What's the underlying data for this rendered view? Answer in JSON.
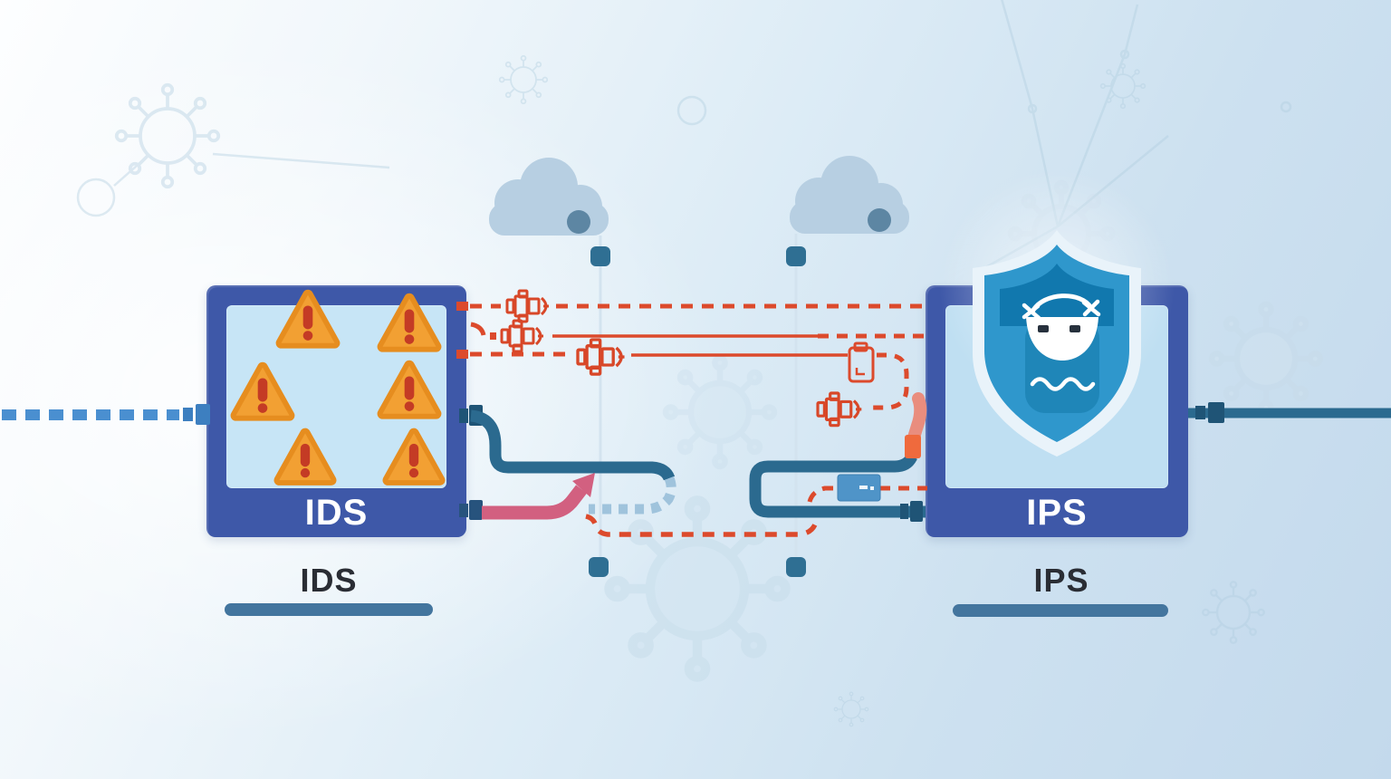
{
  "diagram": {
    "left": {
      "box_label": "IDS",
      "caption": "IDS"
    },
    "right": {
      "box_label": "IPS",
      "caption": "IPS"
    },
    "icons": {
      "warning": "warning-triangle-icon",
      "warning_count": 6,
      "shield": "shield-blocked-face-icon",
      "cloud": "cloud-icon",
      "cloud_count": 2,
      "threat": "malware-packet-icon",
      "threat_count": 4,
      "report_device": "device-report-icon",
      "inline_filter": "inline-filter-icon",
      "diverted_arrow": "diverted-traffic-arrow-icon"
    },
    "colors": {
      "box_border": "#3e58a8",
      "panel_left": "#c7e5f6",
      "panel_right": "#bfdff2",
      "pipe_teal": "#2b6a8f",
      "alert_red": "#dc4a2c",
      "entry_dash_blue": "#4a8fd0",
      "mirror_dash_blue": "#9fc3dc",
      "warning_orange": "#f2a033",
      "warning_mark_red": "#c43b25",
      "arrow_pink": "#d26080",
      "salmon_pipe": "#e98d7e",
      "orange_connector": "#ef6a3d",
      "caption_bar": "#43759e",
      "cloud_fill": "#b7cfe2",
      "cloud_dot": "#5d86a3",
      "shield_main": "#2f97cc",
      "shield_dark": "#1178ae"
    }
  }
}
